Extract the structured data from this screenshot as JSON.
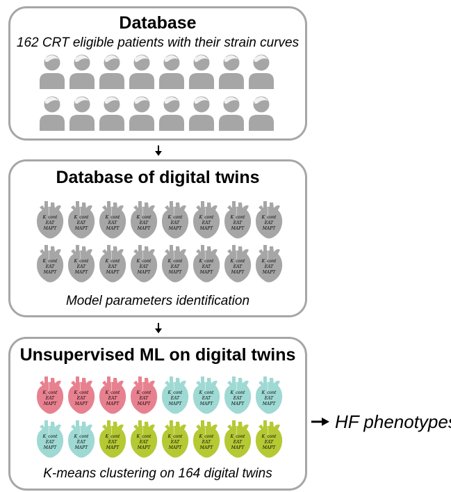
{
  "database": {
    "title": "Database",
    "subtitle": "162 CRT eligible patients with their strain curves",
    "icon": "patient-icon",
    "icon_color": "#a6a6a6"
  },
  "twins": {
    "title": "Database of digital twins",
    "subtitle": "Model parameters identification",
    "icon": "heart-icon",
    "icon_color": "#a6a6a6"
  },
  "ml": {
    "title": "Unsupervised ML on digital twins",
    "subtitle": "K-means clustering on 164 digital twins",
    "icon": "heart-icon",
    "cluster_colors": {
      "pink": "#e8818f",
      "teal": "#9fd9d4",
      "green": "#b5c934"
    },
    "row1": [
      "pink",
      "pink",
      "pink",
      "pink",
      "teal",
      "teal",
      "teal",
      "teal"
    ],
    "row2": [
      "teal",
      "teal",
      "green",
      "green",
      "green",
      "green",
      "green",
      "green"
    ]
  },
  "heart_label": {
    "line1": "K_cont",
    "line2": "EAT",
    "line3": "MAPT"
  },
  "output": {
    "label": "HF phenotypes"
  },
  "colors": {
    "box_border": "#a6a6a6",
    "arrow": "#000000"
  }
}
